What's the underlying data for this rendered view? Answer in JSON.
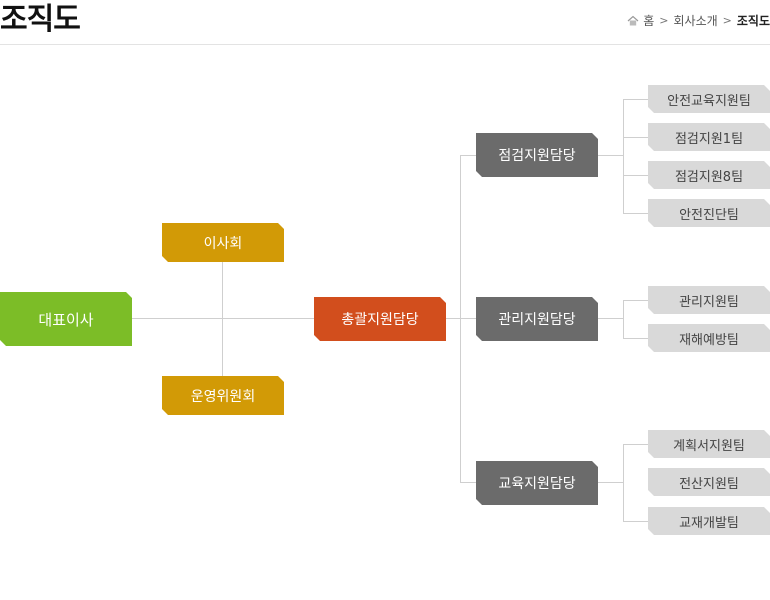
{
  "header": {
    "title": "조직도",
    "breadcrumb": [
      "홈",
      "회사소개",
      "조직도"
    ]
  },
  "org": {
    "ceo": "대표이사",
    "board": "이사회",
    "committee": "운영위원회",
    "general": "총괄지원담당",
    "divisions": [
      {
        "name": "점검지원담당",
        "teams": [
          "안전교육지원팀",
          "점검지원1팀",
          "점검지원8팀",
          "안전진단팀"
        ]
      },
      {
        "name": "관리지원담당",
        "teams": [
          "관리지원팀",
          "재해예방팀"
        ]
      },
      {
        "name": "교육지원담당",
        "teams": [
          "계획서지원팀",
          "전산지원팀",
          "교재개발팀"
        ]
      }
    ]
  },
  "colors": {
    "ceo": "#7cbd27",
    "board": "#d29a06",
    "general": "#d24e1d",
    "division": "#6b6b6b",
    "team": "#d9d9d9"
  }
}
